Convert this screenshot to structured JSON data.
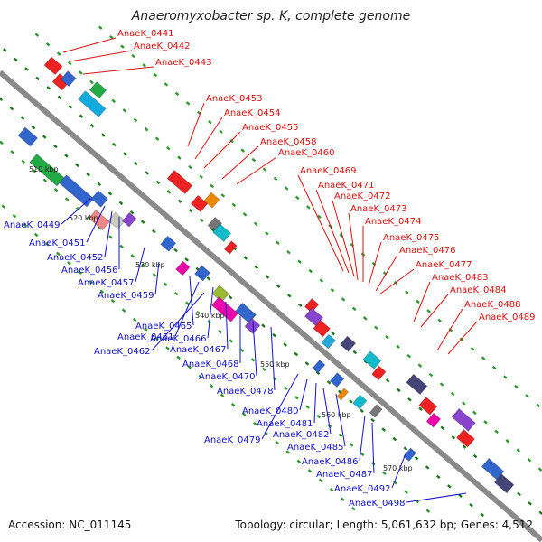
{
  "title": "Anaeromyxobacter sp. K, complete genome",
  "footer": {
    "accession": "Accession: NC_011145",
    "topology": "Topology: circular; Length: 5,061,632 bp; Genes: 4,512"
  },
  "colors": {
    "backbone": "#8a8a8a",
    "forward_label": "#dd1111",
    "reverse_label": "#1111cc",
    "dot": "#2f9a2f",
    "lane_dot": "#1a7a1a"
  },
  "ticks": [
    "510 kbp",
    "520 kbp",
    "530 kbp",
    "540 kbp",
    "550 kbp",
    "560 kbp",
    "570 kbp"
  ],
  "labels_top": [
    "AnaeK_0441",
    "AnaeK_0442",
    "AnaeK_0443",
    "AnaeK_0453",
    "AnaeK_0454",
    "AnaeK_0455",
    "AnaeK_0458",
    "AnaeK_0460",
    "AnaeK_0469",
    "AnaeK_0471",
    "AnaeK_0472",
    "AnaeK_0473",
    "AnaeK_0474",
    "AnaeK_0475",
    "AnaeK_0476",
    "AnaeK_0477",
    "AnaeK_0483",
    "AnaeK_0484",
    "AnaeK_0488",
    "AnaeK_0489"
  ],
  "labels_bottom": [
    "AnaeK_0449",
    "AnaeK_0451",
    "AnaeK_0452",
    "AnaeK_0456",
    "AnaeK_0457",
    "AnaeK_0459",
    "AnaeK_0465",
    "AnaeK_0461",
    "AnaeK_0466",
    "AnaeK_0462",
    "AnaeK_0467",
    "AnaeK_0468",
    "AnaeK_0470",
    "AnaeK_0478",
    "AnaeK_0480",
    "AnaeK_0481",
    "AnaeK_0482",
    "AnaeK_0479",
    "AnaeK_0485",
    "AnaeK_0486",
    "AnaeK_0487",
    "AnaeK_0492",
    "AnaeK_0498"
  ]
}
